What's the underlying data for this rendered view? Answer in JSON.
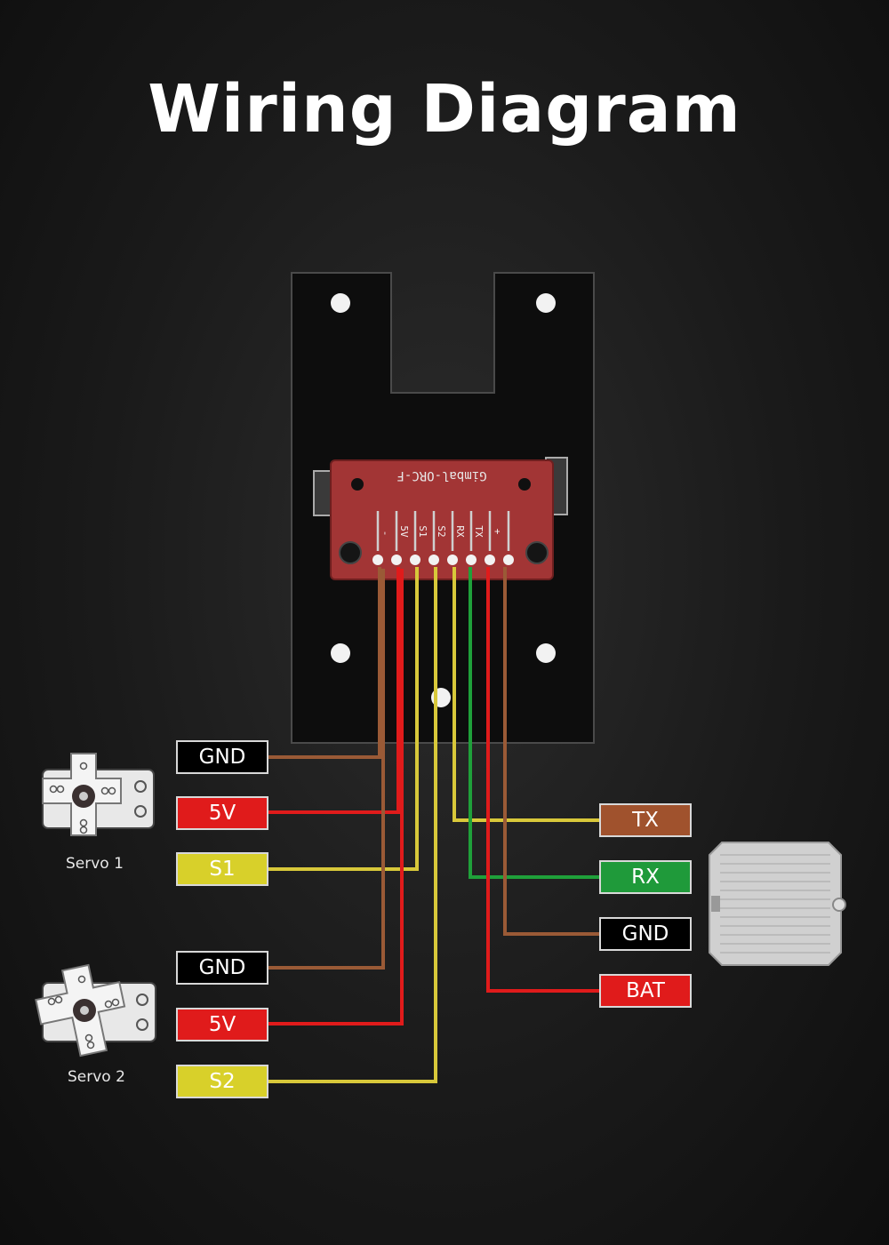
{
  "title": "Wiring Diagram",
  "board": {
    "name": "Gimbal-ORC-F",
    "pins": [
      "-",
      "5V",
      "S1",
      "S2",
      "RX",
      "TX",
      "+"
    ]
  },
  "servo1": {
    "caption": "Servo 1",
    "gnd": {
      "label": "GND",
      "color": "#000000"
    },
    "v5": {
      "label": "5V",
      "color": "#e01b1b"
    },
    "signal": {
      "label": "S1",
      "color": "#d8d02a"
    }
  },
  "servo2": {
    "caption": "Servo 2",
    "gnd": {
      "label": "GND",
      "color": "#000000"
    },
    "v5": {
      "label": "5V",
      "color": "#e01b1b"
    },
    "signal": {
      "label": "S2",
      "color": "#d8d02a"
    }
  },
  "controller": {
    "tx": {
      "label": "TX",
      "color": "#a0522d"
    },
    "rx": {
      "label": "RX",
      "color": "#1f9a3a"
    },
    "gnd": {
      "label": "GND",
      "color": "#000000"
    },
    "bat": {
      "label": "BAT",
      "color": "#e01b1b"
    }
  },
  "wire_colors": {
    "brown": "#9a5a36",
    "red": "#e01b1b",
    "yellow": "#d8c83a",
    "green": "#1fa03a"
  }
}
